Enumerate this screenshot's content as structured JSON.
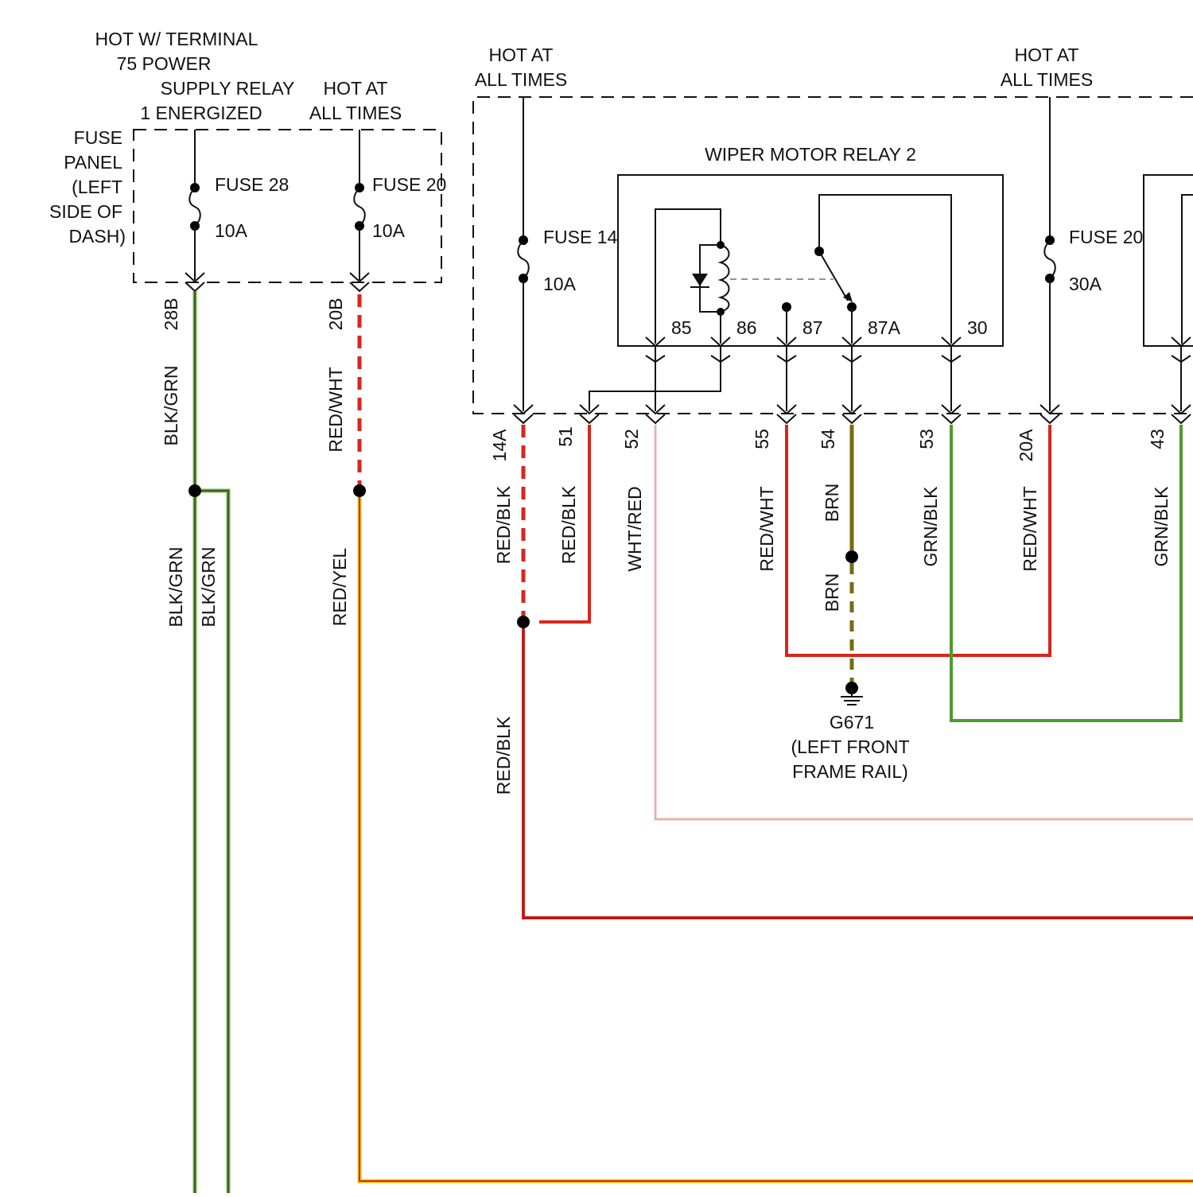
{
  "title": "",
  "labels": {
    "hot_terminal75": [
      "HOT W/ TERMINAL",
      "75 POWER",
      "SUPPLY RELAY",
      "1 ENERGIZED"
    ],
    "hot_at_all_times_1": [
      "HOT AT",
      "ALL TIMES"
    ],
    "hot_at_all_times_2": [
      "HOT AT",
      "ALL TIMES"
    ],
    "hot_at_all_times_3": [
      "HOT AT",
      "ALL TIMES"
    ],
    "fuse_panel": [
      "FUSE",
      "PANEL",
      "(LEFT",
      "SIDE OF",
      "DASH)"
    ]
  },
  "fuses": [
    {
      "name": "FUSE 28",
      "rating": "10A"
    },
    {
      "name": "FUSE 20",
      "rating": "10A"
    },
    {
      "name": "FUSE 14",
      "rating": "10A"
    },
    {
      "name": "FUSE 20",
      "rating": "30A"
    }
  ],
  "relay": {
    "name": "WIPER MOTOR RELAY 2",
    "pins": [
      "85",
      "86",
      "87",
      "87A",
      "30"
    ]
  },
  "connectors": [
    "28B",
    "20B",
    "14A",
    "51",
    "52",
    "55",
    "54",
    "53",
    "20A",
    "43"
  ],
  "wires": {
    "w28b_top": "BLK/GRN",
    "w28b_a": "BLK/GRN",
    "w28b_b": "BLK/GRN",
    "w20b_top": "RED/WHT",
    "w20b_bot": "RED/YEL",
    "w14a_top": "RED/BLK",
    "w14a_bot": "RED/BLK",
    "w51": "RED/BLK",
    "w52": "WHT/RED",
    "w55": "RED/WHT",
    "w54_top": "BRN",
    "w54_bot": "BRN",
    "w53": "GRN/BLK",
    "w20a": "RED/WHT",
    "w43": "GRN/BLK"
  },
  "ground": {
    "id": "G671",
    "location": [
      "(LEFT FRONT",
      "FRAME RAIL)"
    ]
  },
  "colors": {
    "black_green": "#2f6b1f",
    "green_edge": "#6db33f",
    "red": "#d7261e",
    "yellow": "#f2c400",
    "brown": "#7a6a12",
    "white_red": "#e8b0b0"
  }
}
